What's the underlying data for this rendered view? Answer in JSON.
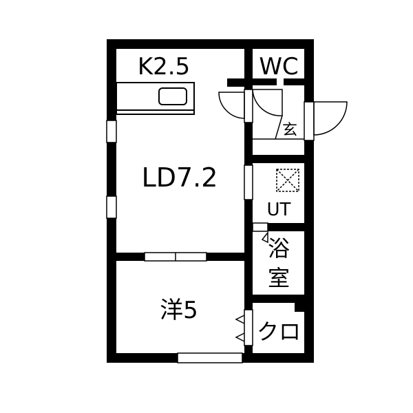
{
  "rooms": {
    "kitchen": "K2.5",
    "wc": "WC",
    "entrance": "玄",
    "living_dining": "LD7.2",
    "utility": "UT",
    "bath_line1": "浴",
    "bath_line2": "室",
    "western_room": "洋5",
    "closet": "クロ"
  },
  "colors": {
    "wall": "#000000",
    "background": "#ffffff"
  }
}
